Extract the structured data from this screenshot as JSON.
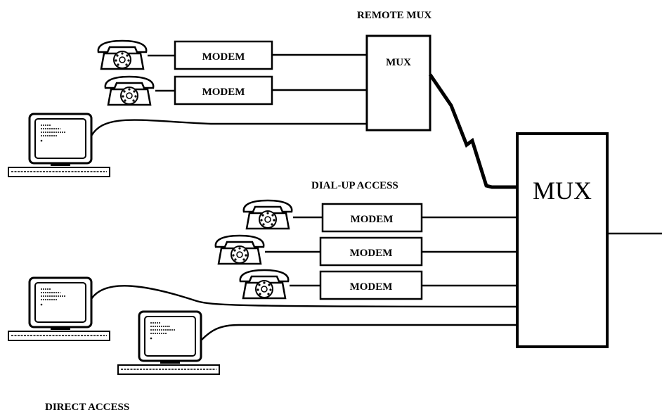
{
  "labels": {
    "remote_mux": "REMOTE MUX",
    "dial_up_access": "DIAL-UP ACCESS",
    "direct_access": "DIRECT ACCESS"
  },
  "remote_mux_box": {
    "label": "MUX"
  },
  "main_mux_box": {
    "label": "MUX"
  },
  "remote_modems": [
    {
      "label": "MODEM"
    },
    {
      "label": "MODEM"
    }
  ],
  "dialup_modems": [
    {
      "label": "MODEM"
    },
    {
      "label": "MODEM"
    },
    {
      "label": "MODEM"
    }
  ],
  "icons": {
    "telephone": "telephone-icon",
    "terminal": "computer-terminal-icon"
  },
  "colors": {
    "ink": "#000000",
    "background": "#ffffff"
  }
}
